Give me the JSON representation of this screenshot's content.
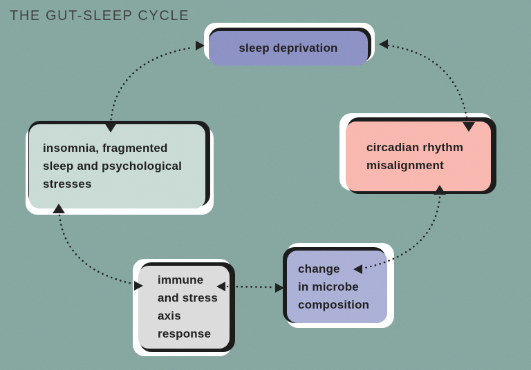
{
  "title": "THE GUT-SLEEP CYCLE",
  "diagram": {
    "type": "cycle",
    "nodes": {
      "sleep": {
        "id": "sleep-deprivation",
        "label": "sleep deprivation",
        "color": "#8a8fc3"
      },
      "insomnia": {
        "id": "insomnia-fragmented-sleep",
        "label": "insomnia, fragmented sleep and psychological stresses",
        "lines": [
          "insomnia, fragmented",
          "sleep and psychological",
          "stresses"
        ],
        "color": "#c8dad4"
      },
      "circadian": {
        "id": "circadian-rhythm-misalignment",
        "label": "circadian rhythm misalignment",
        "lines": [
          "circadian rhythm",
          "misalignment"
        ],
        "color": "#f8b6ae"
      },
      "change": {
        "id": "change-in-microbe-composition",
        "label": "change in microbe composition",
        "lines": [
          "change",
          "in microbe",
          "composition"
        ],
        "color": "#a9aed5"
      },
      "immune": {
        "id": "immune-and-stress-axis-response",
        "label": "immune and stress axis response",
        "lines": [
          "immune",
          "and stress",
          "axis",
          "response"
        ],
        "color": "#dbdbdb"
      }
    },
    "edges": [
      {
        "from": "insomnia-fragmented-sleep",
        "to": "sleep-deprivation",
        "direction": "bidirectional",
        "style": "dotted"
      },
      {
        "from": "sleep-deprivation",
        "to": "circadian-rhythm-misalignment",
        "direction": "bidirectional",
        "style": "dotted"
      },
      {
        "from": "circadian-rhythm-misalignment",
        "to": "change-in-microbe-composition",
        "direction": "bidirectional",
        "style": "dotted"
      },
      {
        "from": "change-in-microbe-composition",
        "to": "immune-and-stress-axis-response",
        "direction": "bidirectional",
        "style": "dotted"
      },
      {
        "from": "immune-and-stress-axis-response",
        "to": "insomnia-fragmented-sleep",
        "direction": "bidirectional",
        "style": "dotted"
      }
    ],
    "colors": {
      "background": "#83a59e",
      "title_text": "#3c3e3e",
      "node_text": "#1c1c1c",
      "arrow": "#1d1d1d",
      "layer_white": "#ffffff",
      "layer_black": "#191919"
    }
  }
}
